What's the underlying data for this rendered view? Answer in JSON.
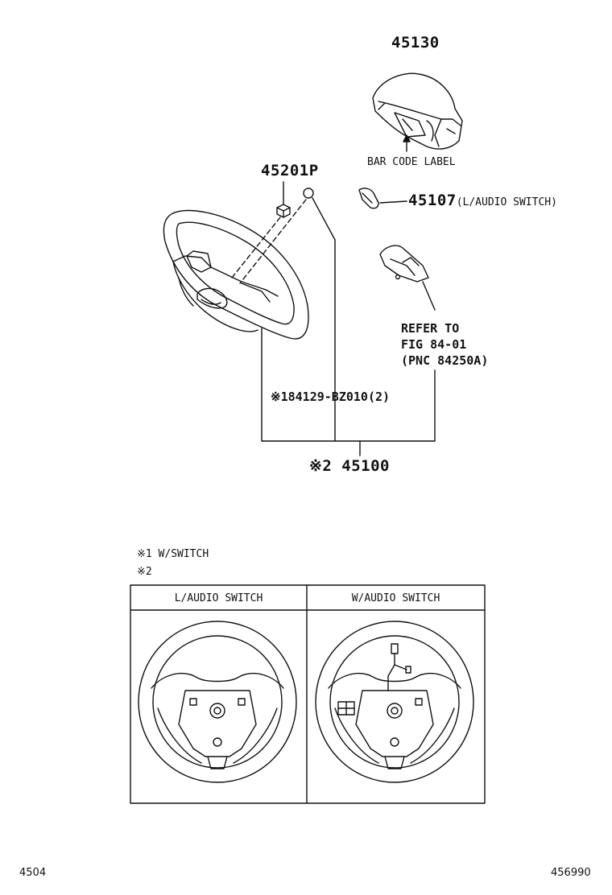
{
  "parts": {
    "airbag": "45130",
    "bar_code_label": "BAR CODE LABEL",
    "bolt": "45201P",
    "switch_cover": "45107",
    "switch_cover_note": "(L/AUDIO SWITCH)",
    "refer_line1": "REFER TO",
    "refer_line2": "FIG 84-01",
    "refer_line3": "(PNC 84250A)",
    "screw": "※184129-BZ010(2)",
    "wheel": "※2 45100"
  },
  "notes": {
    "note1": "※1 W/SWITCH",
    "note2": "※2"
  },
  "table": {
    "col1": "L/AUDIO SWITCH",
    "col2": "W/AUDIO SWITCH"
  },
  "footer": {
    "left": "4504",
    "right": "456990"
  }
}
